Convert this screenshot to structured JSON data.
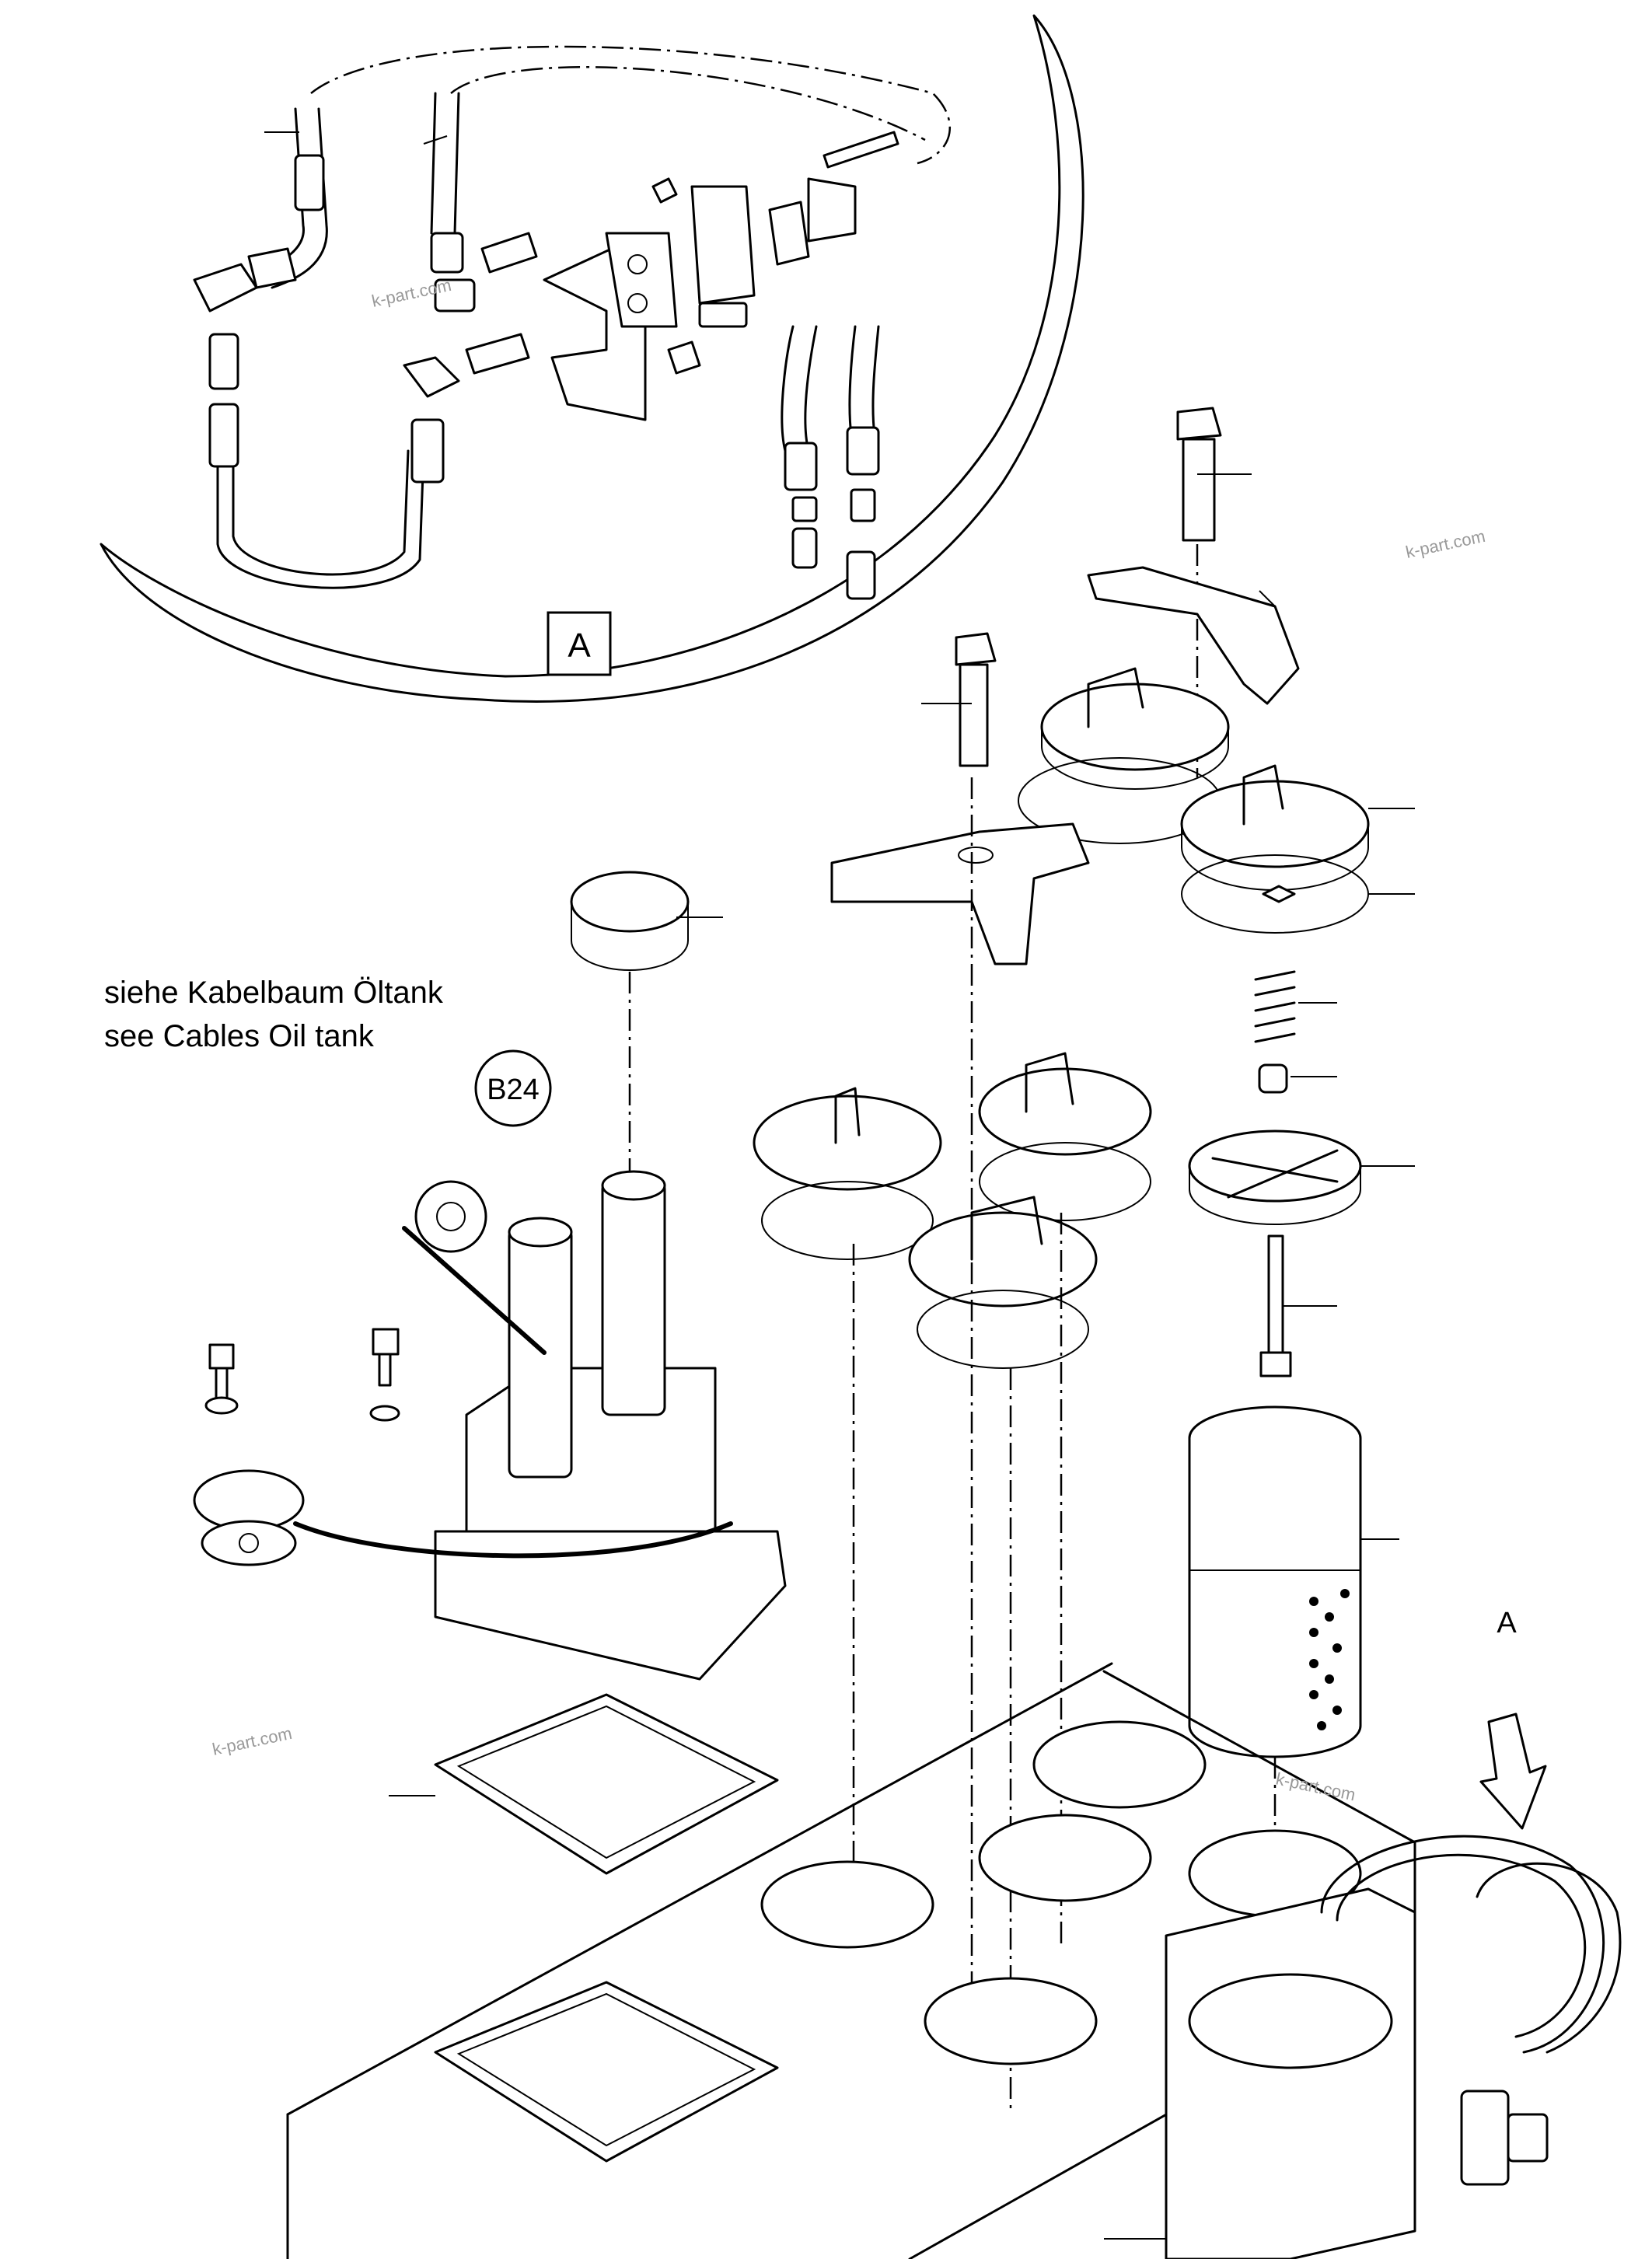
{
  "notes": {
    "line1": "siehe Kabelbaum Öltank",
    "line2": "see Cables Oil tank"
  },
  "detail_label": "A",
  "view_arrow_label": "A",
  "reference_callout": "B24",
  "watermark": "k-part.com"
}
